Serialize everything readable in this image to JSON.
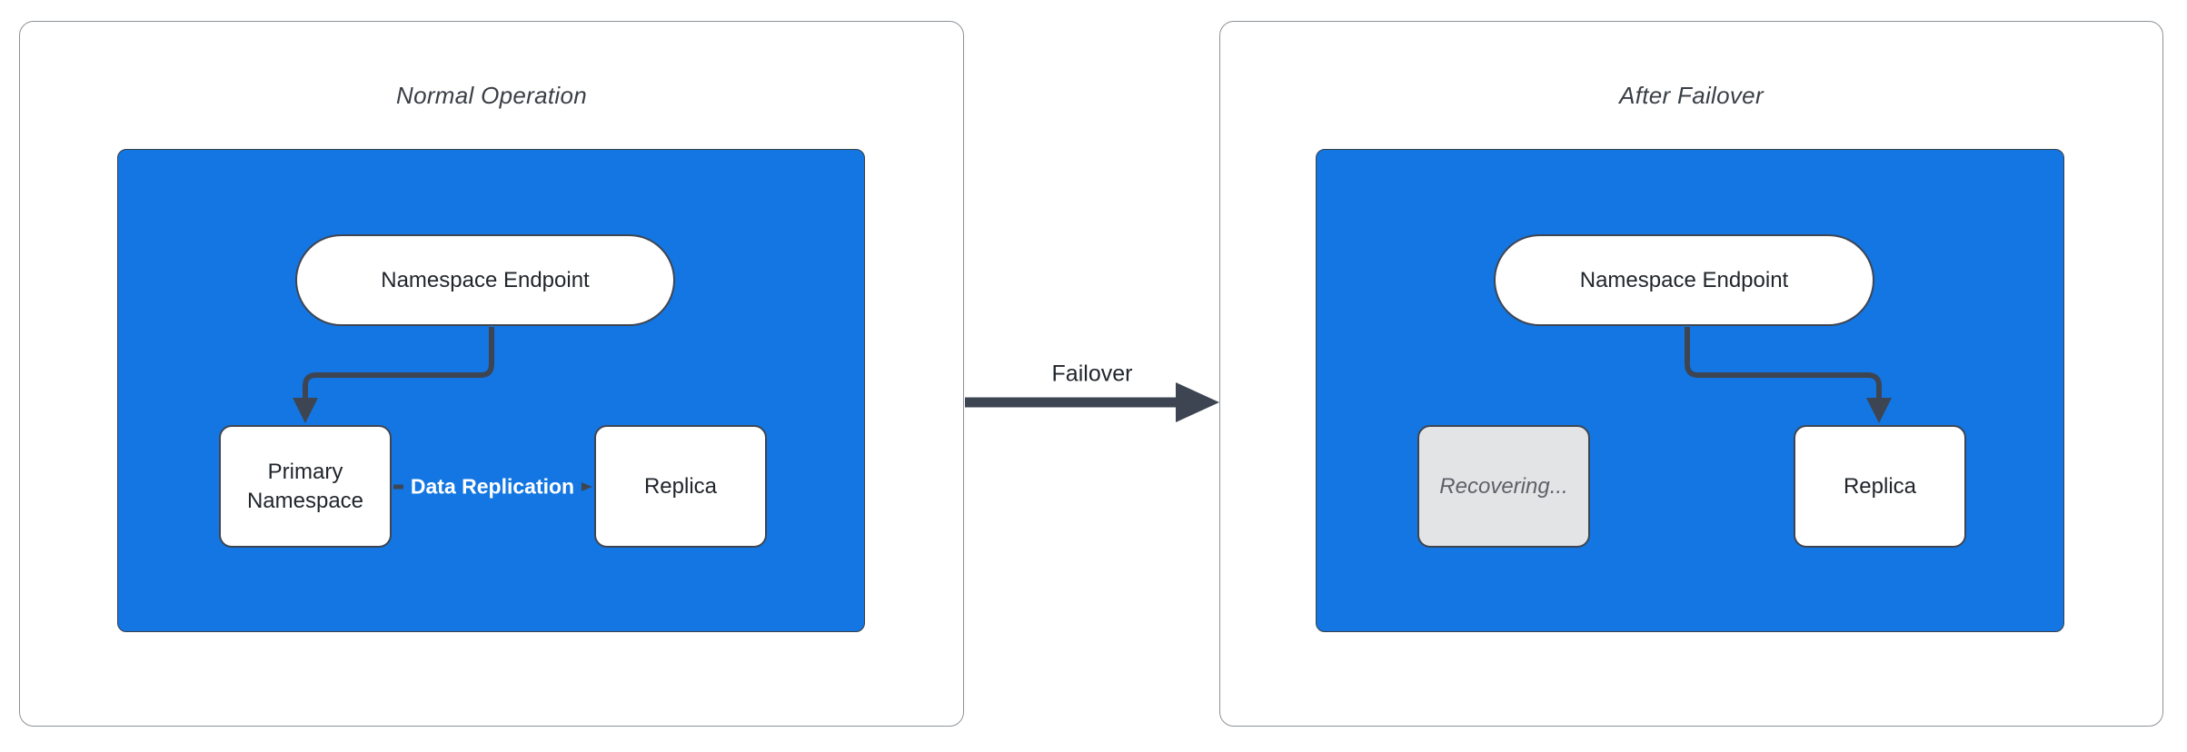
{
  "colors": {
    "container_fill": "#1376e2",
    "container_border": "#3a3f46",
    "stroke": "#3e4552",
    "node_fill": "#ffffff",
    "recovering_fill": "#e3e4e6",
    "recovering_text": "#5d6268",
    "panel_border": "#8d9298",
    "text": "#21262c",
    "edge_label_text": "#ffffff"
  },
  "left_panel": {
    "title": "Normal Operation",
    "endpoint_label": "Namespace Endpoint",
    "primary_label": "Primary Namespace",
    "replica_label": "Replica",
    "replication_label": "Data Replication"
  },
  "transition": {
    "label": "Failover"
  },
  "right_panel": {
    "title": "After Failover",
    "endpoint_label": "Namespace Endpoint",
    "recovering_label": "Recovering...",
    "replica_label": "Replica"
  }
}
